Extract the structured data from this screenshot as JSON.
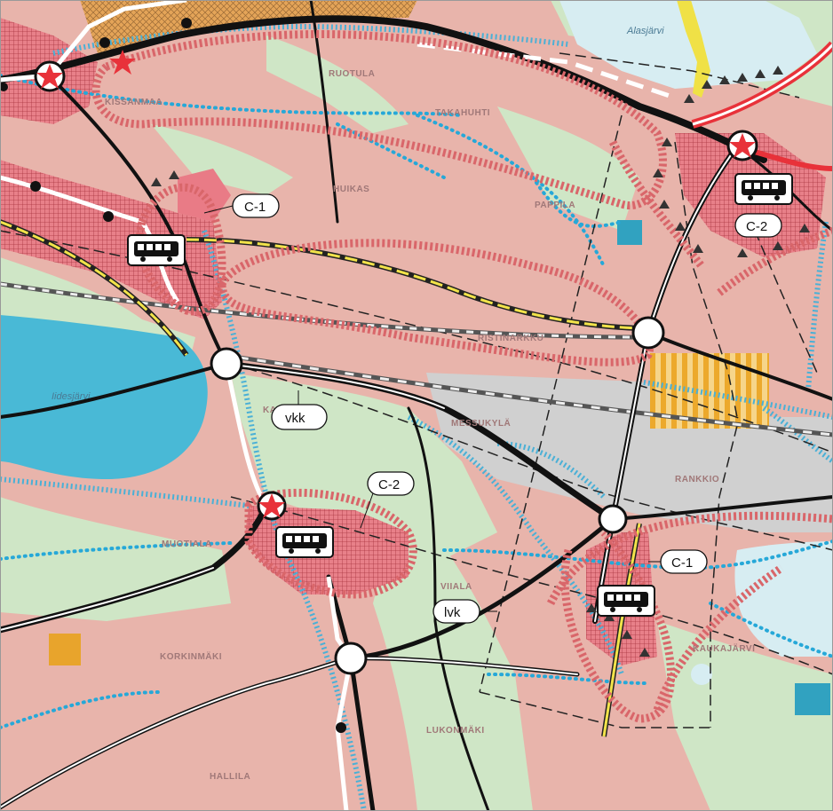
{
  "map": {
    "lakes": [
      "Alasjärvi",
      "Iidesjärvi"
    ],
    "places": [
      "RUOTULA",
      "KISSANMAA",
      "TAKAHUHTI",
      "HUIKAS",
      "PAPPILA",
      "RISTINARKKU",
      "KAUKAJÄRVI",
      "MESSUKYLÄ",
      "RANKKIO",
      "MUOTIALA",
      "VIIALA",
      "KORKINMÄKI",
      "LUKONMÄKI",
      "HALLILA",
      "KALKKU"
    ],
    "zone_labels": [
      "C-1",
      "C-2",
      "vkk",
      "C-2",
      "C-1",
      "lvk"
    ],
    "icons": [
      "bus-icon",
      "station-star-icon",
      "interchange-circle-icon",
      "stop-dot-icon"
    ],
    "colors": {
      "residential": "#e8b4ab",
      "green": "#cfe6c6",
      "water": "#49b9d6",
      "lake_light": "#d7edf2",
      "industrial": "#d0d0d0",
      "centre": "#e06a78",
      "planned_zone": "#d9666a",
      "tram_line": "#f2e34a",
      "recreation_path": "#26a8d8"
    }
  }
}
